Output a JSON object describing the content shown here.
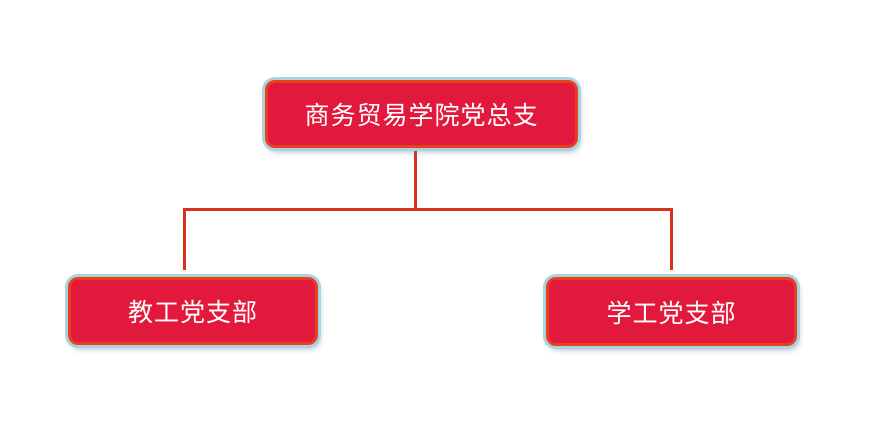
{
  "diagram": {
    "root": {
      "label": "商务贸易学院党总支"
    },
    "children": [
      {
        "label": "教工党支部"
      },
      {
        "label": "学工党支部"
      }
    ],
    "colors": {
      "node_fill": "#e2183c",
      "node_border": "#e8401f",
      "glow": "#a9d3e0",
      "connector": "#d9321c"
    }
  }
}
